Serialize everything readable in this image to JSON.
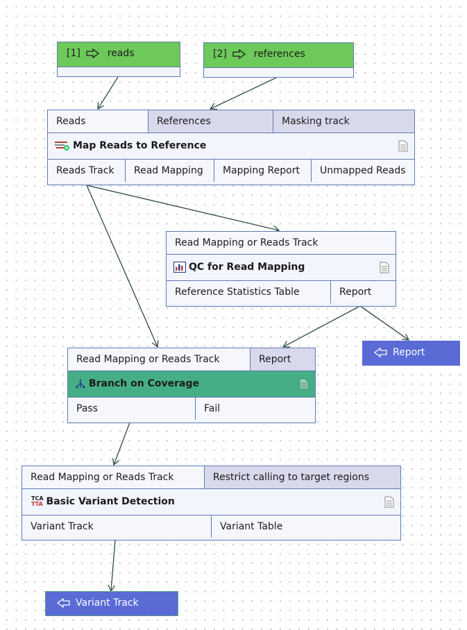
{
  "inputs": [
    {
      "label": "[1] ⇨ reads",
      "index": "[1]",
      "name": "reads"
    },
    {
      "label": "[2] ⇨ references",
      "index": "[2]",
      "name": "references"
    }
  ],
  "map_reads": {
    "title": "Map Reads to Reference",
    "icon": "map-reads-icon",
    "inputs": [
      "Reads",
      "References",
      "Masking track"
    ],
    "outputs": [
      "Reads Track",
      "Read Mapping",
      "Mapping Report",
      "Unmapped Reads"
    ]
  },
  "qc": {
    "title": "QC for Read Mapping",
    "icon": "qc-chart-icon",
    "inputs": [
      "Read Mapping or Reads Track"
    ],
    "outputs": [
      "Reference Statistics Table",
      "Report"
    ]
  },
  "branch": {
    "title": "Branch on Coverage",
    "icon": "branch-icon",
    "inputs": [
      "Read Mapping or Reads Track",
      "Report"
    ],
    "outputs": [
      "Pass",
      "Fail"
    ]
  },
  "variant": {
    "title": "Basic Variant Detection",
    "icon": "tcga-icon",
    "icon_text": [
      "TCA",
      "TTA"
    ],
    "inputs": [
      "Read Mapping or Reads Track",
      "Restrict calling to target regions"
    ],
    "outputs": [
      "Variant Track",
      "Variant Table"
    ]
  },
  "outputs": [
    {
      "label": "Report"
    },
    {
      "label": "Variant Track"
    }
  ],
  "colors": {
    "input_header": "#6dc95a",
    "node_border": "#5f7ab2",
    "node_bg": "#f2f5fc",
    "selected_port": "#d9d9ec",
    "branch_title": "#46ae86",
    "output_node": "#5a6bd6",
    "wire": "#3a5550"
  }
}
